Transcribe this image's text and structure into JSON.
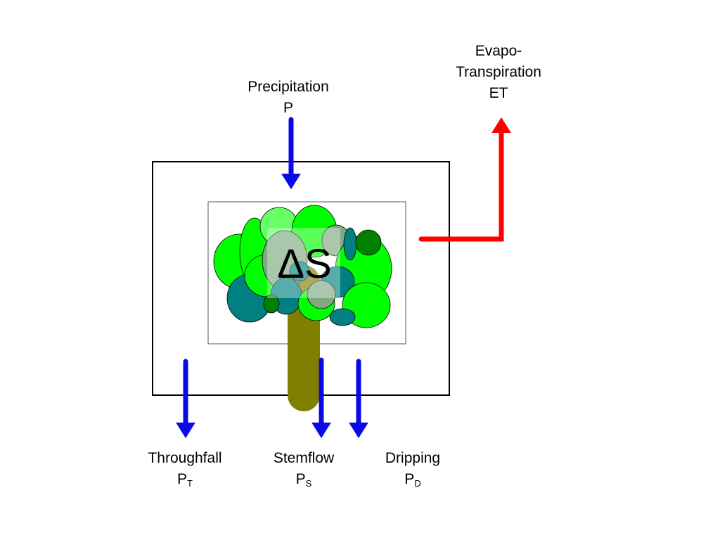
{
  "precipitation": {
    "label": "Precipitation",
    "symbol": "P"
  },
  "evapotranspiration": {
    "line1": "Evapo-",
    "line2": "Transpiration",
    "symbol": "ET"
  },
  "storage": {
    "symbol": "ΔS"
  },
  "throughfall": {
    "label": "Throughfall",
    "symbol": "P",
    "subscript": "T"
  },
  "stemflow": {
    "label": "Stemflow",
    "symbol": "P",
    "subscript": "S"
  },
  "dripping": {
    "label": "Dripping",
    "symbol": "P",
    "subscript": "D"
  },
  "colors": {
    "water_flow": "#0a0ae6",
    "evaporation_flow": "#ff0000",
    "trunk": "#808000",
    "leaf_bright": "#00ff00",
    "leaf_light": "#66ff66",
    "leaf_teal": "#008080",
    "leaf_dark": "#008000",
    "leaf_gray": "#7faa7f"
  }
}
